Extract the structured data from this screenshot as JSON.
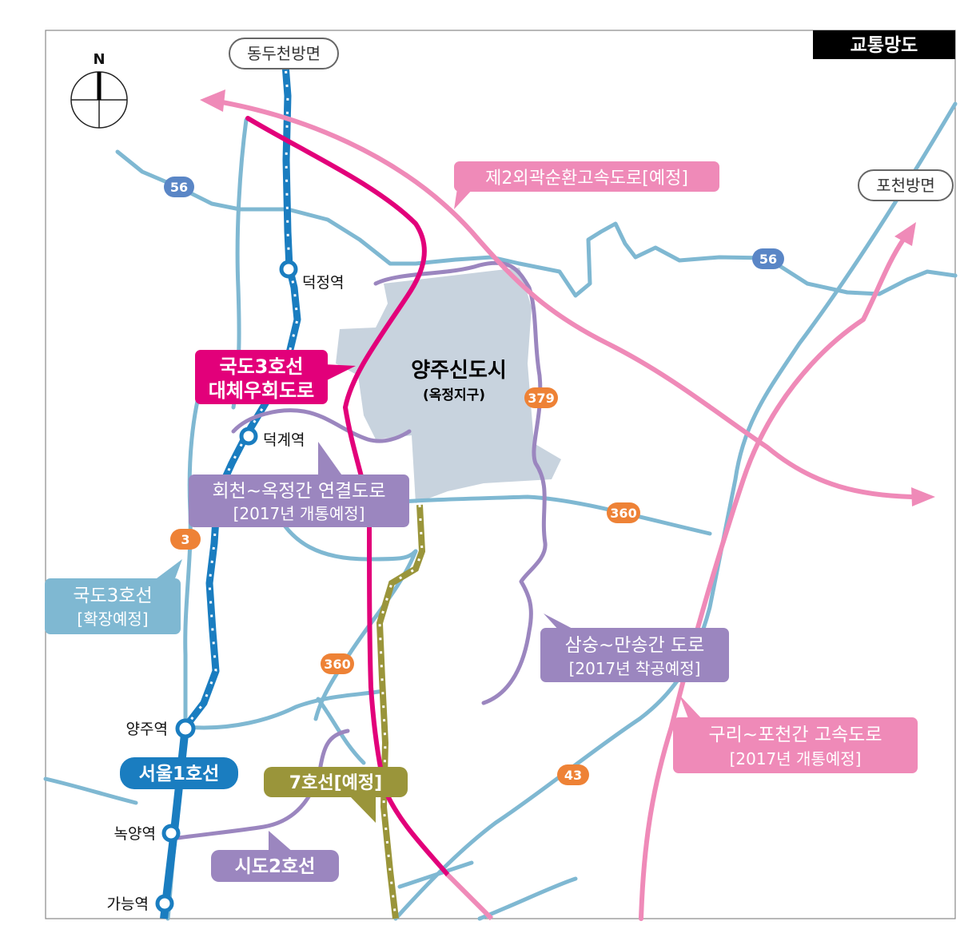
{
  "title": "교통망도",
  "compass": {
    "label": "N"
  },
  "directions": {
    "dongducheon": "동두천방면",
    "pocheon": "포천방면"
  },
  "district": {
    "name": "양주신도시",
    "subname": "(옥정지구)"
  },
  "stations": {
    "deokjeong": "덕정역",
    "deokgye": "덕계역",
    "yangju": "양주역",
    "nogyang": "녹양역",
    "ganeung": "가능역"
  },
  "road_numbers": {
    "r56_west": "56",
    "r56_east": "56",
    "r3": "3",
    "r379": "379",
    "r360_east": "360",
    "r360_west": "360",
    "r43": "43"
  },
  "labels": {
    "second_ring": "제2외곽순환고속도로[예정]",
    "bypass_line1": "국도3호선",
    "bypass_line2": "대체우회도로",
    "hoecheon_line1": "회천~옥정간 연결도로",
    "hoecheon_line2": "[2017년 개통예정]",
    "route3_line1": "국도3호선",
    "route3_line2": "[확장예정]",
    "samsung_line1": "삼숭~만송간 도로",
    "samsung_line2": "[2017년 착공예정]",
    "guri_line1": "구리~포천간 고속도로",
    "guri_line2": "[2017년 개통예정]",
    "seoul_line1": "서울1호선",
    "line7": "7호선[예정]",
    "sido2": "시도2호선"
  },
  "colors": {
    "local_road": "#7fb8d2",
    "subway": "#1a7dc0",
    "bypass": "#e2007a",
    "expressway": "#ef8ab8",
    "connector": "#9b86bf",
    "line7": "#9a953a",
    "district_fill": "#c8d3de",
    "national_badge": "#5a86c6",
    "provincial_badge": "#ee8236",
    "title_bg": "#000000"
  }
}
